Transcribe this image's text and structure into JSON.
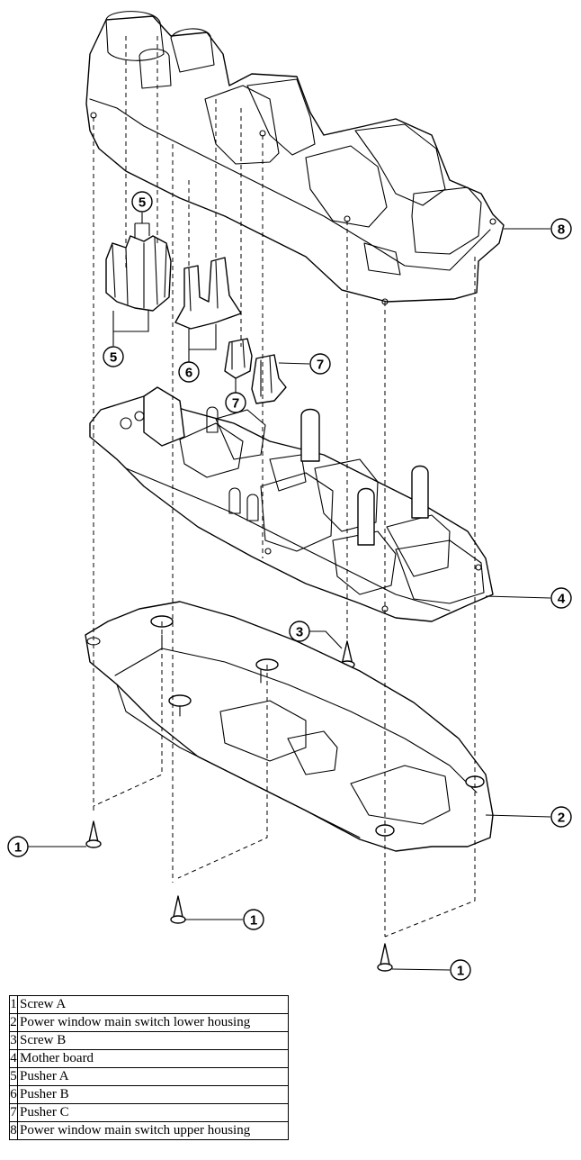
{
  "callouts": {
    "c1a": "1",
    "c1b": "1",
    "c1c": "1",
    "c2": "2",
    "c3": "3",
    "c4": "4",
    "c5a": "5",
    "c5b": "5",
    "c6": "6",
    "c7a": "7",
    "c7b": "7",
    "c8": "8"
  },
  "legend": {
    "rows": [
      {
        "num": "1",
        "name": "Screw A"
      },
      {
        "num": "2",
        "name": "Power window main switch lower housing"
      },
      {
        "num": "3",
        "name": "Screw B"
      },
      {
        "num": "4",
        "name": "Mother board"
      },
      {
        "num": "5",
        "name": "Pusher A"
      },
      {
        "num": "6",
        "name": "Pusher B"
      },
      {
        "num": "7",
        "name": "Pusher C"
      },
      {
        "num": "8",
        "name": "Power window main switch upper housing"
      }
    ]
  }
}
